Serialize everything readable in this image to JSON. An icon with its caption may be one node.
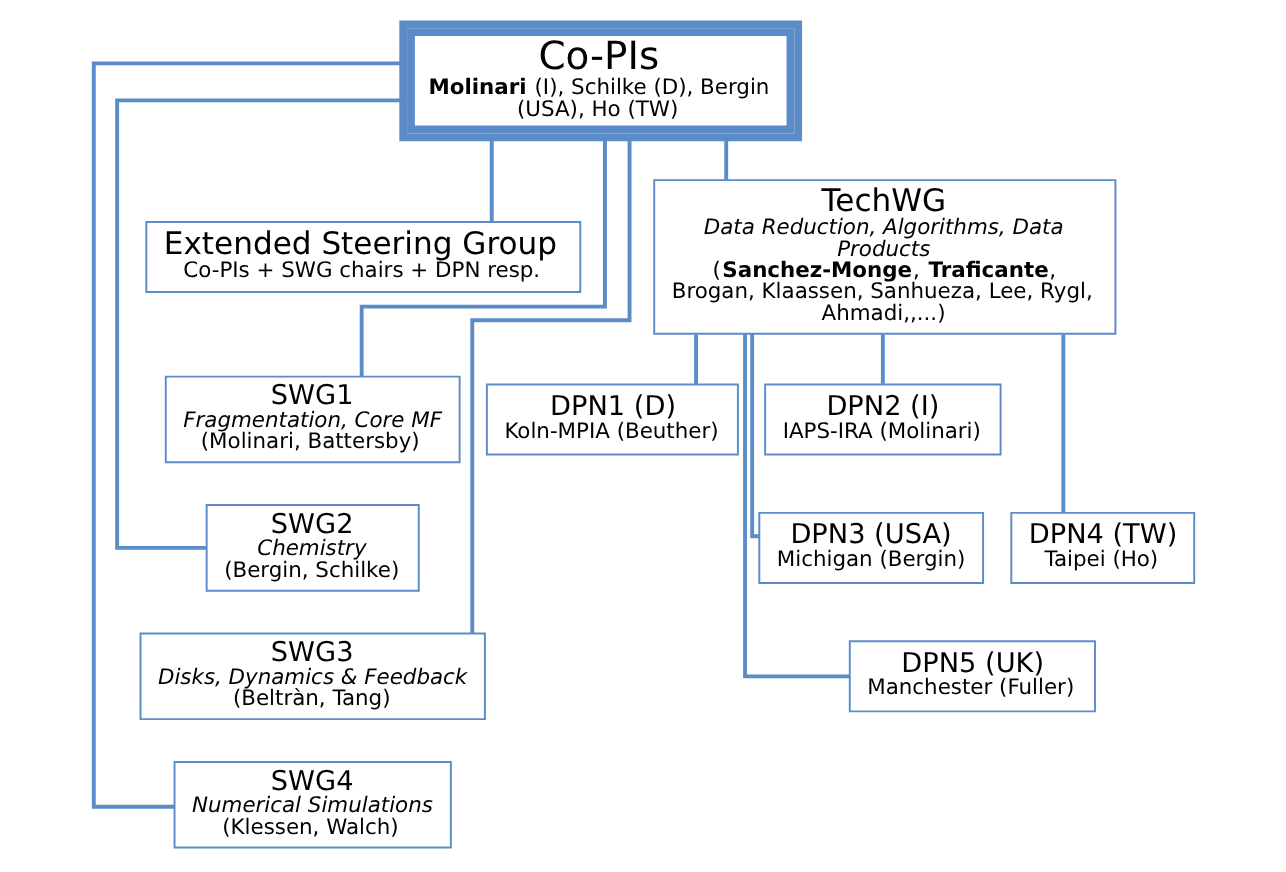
{
  "diagram": {
    "nodes": [
      {
        "text": [
          "Co-PIs",
          "**Molinari** (I), Schilke (D), Bergin (USA), Ho (TW)"
        ]
      },
      {
        "text": [
          "Extended Steering Group",
          "Co-PIs + SWG chairs + DPN resp."
        ]
      },
      {
        "text": [
          "TechWG",
          "Data Reduction, Algorithms, Data Products",
          "(**Sanchez-Monge**, **Traficante**, Brogan, Klaassen, Sanhueza, Lee, Rygl, Ahmadi,,...)"
        ]
      },
      {
        "text": [
          "SWG1",
          "Fragmentation, Core MF",
          "(Molinari, Battersby)"
        ]
      },
      {
        "text": [
          "SWG2",
          "Chemistry",
          "(Bergin, Schilke)"
        ]
      },
      {
        "text": [
          "SWG3",
          "Disks, Dynamics & Feedback",
          "(Beltràn, Tang)"
        ]
      },
      {
        "text": [
          "SWG4",
          "Numerical Simulations",
          "(Klessen, Walch)"
        ]
      },
      {
        "text": [
          "DPN1 (D)",
          "Koln-MPIA (Beuther)"
        ]
      },
      {
        "text": [
          "DPN2 (I)",
          "IAPS-IRA (Molinari)"
        ]
      },
      {
        "text": [
          "DPN3 (USA)",
          "Michigan (Bergin)"
        ]
      },
      {
        "text": [
          "DPN4 (TW)",
          "Taipei (Ho)"
        ]
      },
      {
        "text": [
          "DPN5 (UK)",
          "Manchester (Fuller)"
        ]
      }
    ],
    "edges": [
      {
        "from": 0,
        "to": 1,
        "arrow": "none"
      },
      {
        "from": 0,
        "to": 2,
        "arrow": "none"
      },
      {
        "from": 0,
        "to": 3,
        "arrow": "none"
      },
      {
        "from": 0,
        "to": 4,
        "arrow": "none"
      },
      {
        "from": 0,
        "to": 5,
        "arrow": "none"
      },
      {
        "from": 0,
        "to": 6,
        "arrow": "none"
      },
      {
        "from": 2,
        "to": 7,
        "arrow": "none"
      },
      {
        "from": 2,
        "to": 8,
        "arrow": "none"
      },
      {
        "from": 2,
        "to": 9,
        "arrow": "none"
      },
      {
        "from": 2,
        "to": 10,
        "arrow": "none"
      },
      {
        "from": 2,
        "to": 11,
        "arrow": "none"
      }
    ]
  }
}
